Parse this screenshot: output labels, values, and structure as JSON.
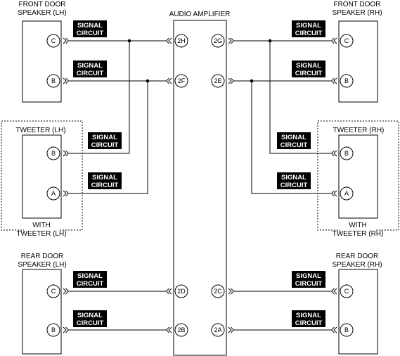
{
  "title": "AUDIO AMPLIFIER",
  "tag": {
    "line1": "SIGNAL",
    "line2": "CIRCUIT"
  },
  "components": {
    "front_lh": {
      "line1": "FRONT DOOR",
      "line2": "SPEAKER (LH)",
      "pins": [
        "C",
        "B"
      ]
    },
    "front_rh": {
      "line1": "FRONT DOOR",
      "line2": "SPEAKER (RH)",
      "pins": [
        "C",
        "B"
      ]
    },
    "tweeter_lh": {
      "title": "TWEETER (LH)",
      "note1": "WITH",
      "note2": "TWEETER (LH)",
      "pins": [
        "B",
        "A"
      ]
    },
    "tweeter_rh": {
      "title": "TWEETER (RH)",
      "note1": "WITH",
      "note2": "TWEETER (RH)",
      "pins": [
        "B",
        "A"
      ]
    },
    "rear_lh": {
      "line1": "REAR DOOR",
      "line2": "SPEAKER (LH)",
      "pins": [
        "C",
        "B"
      ]
    },
    "rear_rh": {
      "line1": "REAR DOOR",
      "line2": "SPEAKER (RH)",
      "pins": [
        "C",
        "B"
      ]
    }
  },
  "amplifier_pins": {
    "left": [
      "2H",
      "2F",
      "2D",
      "2B"
    ],
    "right": [
      "2G",
      "2E",
      "2C",
      "2A"
    ]
  }
}
